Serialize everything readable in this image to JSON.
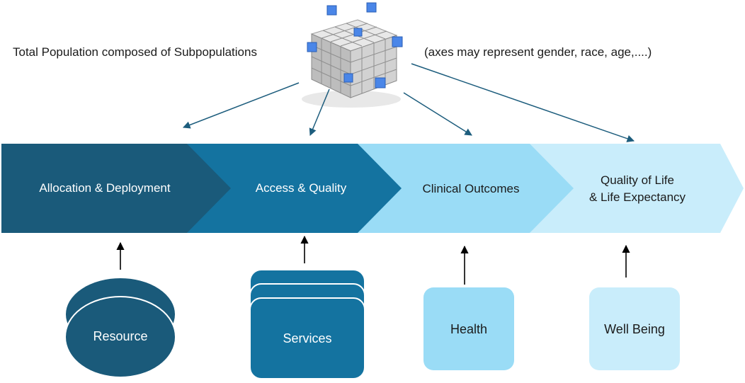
{
  "header": {
    "population_caption": "Total Population composed of Subpopulations",
    "axes_caption": "(axes may represent gender, race, age,....)"
  },
  "cube": {
    "icon": "subpopulation-cube-icon",
    "accent": "#4a86e8",
    "base": "#d8d8d8"
  },
  "stages": [
    {
      "label": "Allocation & Deployment",
      "fill": "#1a5a7a",
      "text_color": "#ffffff"
    },
    {
      "label": "Access & Quality",
      "fill": "#1473a0",
      "text_color": "#ffffff"
    },
    {
      "label": "Clinical Outcomes",
      "fill": "#9adcf6",
      "text_color": "#1b1b1b"
    },
    {
      "label": "Quality of Life\n& Life Expectancy",
      "fill": "#c9edfb",
      "text_color": "#1b1b1b"
    }
  ],
  "inputs": [
    {
      "label": "Resource",
      "shape": "stacked-ellipse",
      "fill": "#1a5a7a",
      "text_color": "#ffffff"
    },
    {
      "label": "Services",
      "shape": "stacked-cards",
      "fill": "#1473a0",
      "text_color": "#ffffff"
    },
    {
      "label": "Health",
      "shape": "rounded-rect",
      "fill": "#9adcf6",
      "text_color": "#1b1b1b"
    },
    {
      "label": "Well Being",
      "shape": "rounded-rect",
      "fill": "#c9edfb",
      "text_color": "#1b1b1b"
    }
  ],
  "colors": {
    "arrow": "#1d5d7d",
    "up_arrow": "#000000"
  }
}
